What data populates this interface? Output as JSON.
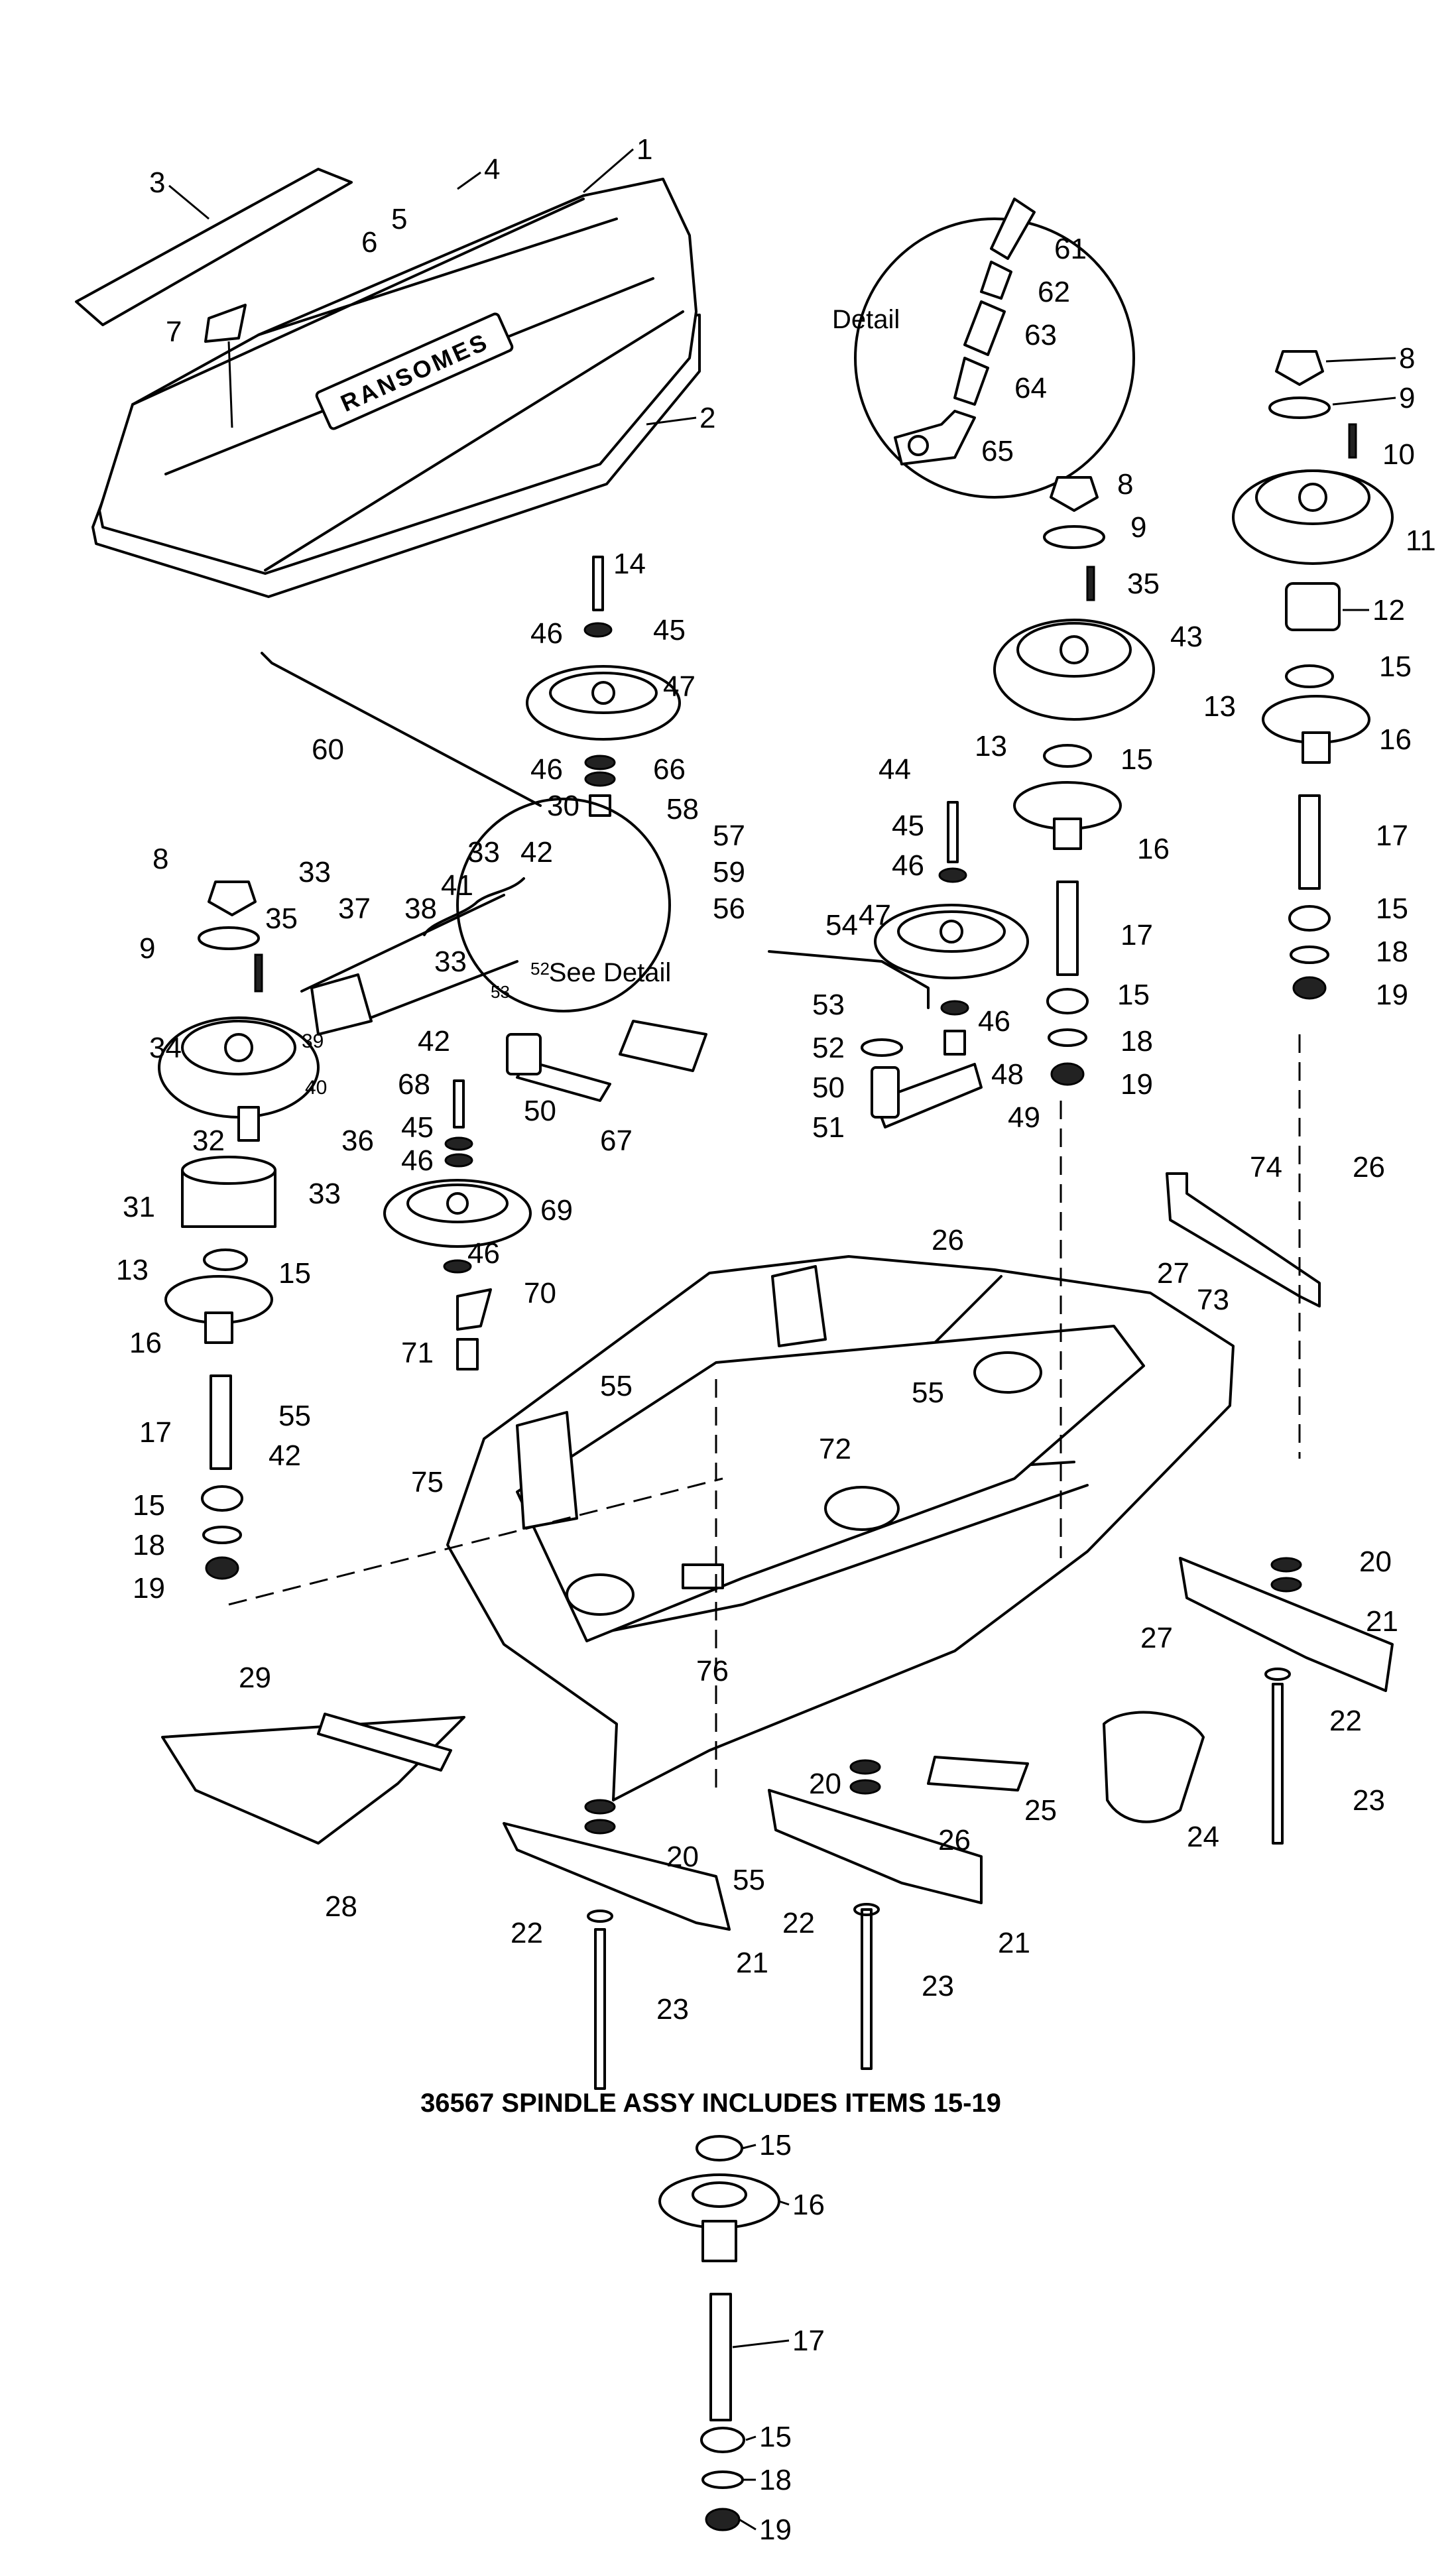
{
  "brand_plate_text": "RANSOMES",
  "detail_title": "Detail",
  "see_detail_note": "See Detail",
  "caption": "36567 SPINDLE ASSY INCLUDES ITEMS 15-19",
  "callouts": {
    "c1": "1",
    "c2": "2",
    "c3": "3",
    "c4": "4",
    "c5": "5",
    "c6": "6",
    "c7": "7",
    "c8a": "8",
    "c8b": "8",
    "c8c": "8",
    "c9a": "9",
    "c9b": "9",
    "c9c": "9",
    "c10": "10",
    "c11": "11",
    "c12": "12",
    "c13a": "13",
    "c13b": "13",
    "c13c": "13",
    "c14": "14",
    "c15a": "15",
    "c15b": "15",
    "c15c": "15",
    "c15d": "15",
    "c15e": "15",
    "c15f": "15",
    "c15g": "15",
    "c15h": "15",
    "c15i": "15",
    "c16a": "16",
    "c16b": "16",
    "c16c": "16",
    "c16d": "16",
    "c17a": "17",
    "c17b": "17",
    "c17c": "17",
    "c17d": "17",
    "c18a": "18",
    "c18b": "18",
    "c18c": "18",
    "c18d": "18",
    "c19a": "19",
    "c19b": "19",
    "c19c": "19",
    "c19d": "19",
    "c20a": "20",
    "c20b": "20",
    "c20c": "20",
    "c21a": "21",
    "c21b": "21",
    "c21c": "21",
    "c22a": "22",
    "c22b": "22",
    "c22c": "22",
    "c23a": "23",
    "c23b": "23",
    "c23c": "23",
    "c24": "24",
    "c25": "25",
    "c26a": "26",
    "c26b": "26",
    "c26c": "26",
    "c27a": "27",
    "c27b": "27",
    "c28": "28",
    "c29": "29",
    "c30": "30",
    "c31": "31",
    "c32": "32",
    "c33a": "33",
    "c33b": "33",
    "c33c": "33",
    "c33d": "33",
    "c34": "34",
    "c35a": "35",
    "c35b": "35",
    "c36": "36",
    "c37": "37",
    "c38": "38",
    "c39": "39",
    "c40": "40",
    "c41": "41",
    "c42a": "42",
    "c42b": "42",
    "c42c": "42",
    "c43": "43",
    "c44": "44",
    "c45a": "45",
    "c45b": "45",
    "c45c": "45",
    "c46a": "46",
    "c46b": "46",
    "c46c": "46",
    "c46d": "46",
    "c46e": "46",
    "c46f": "46",
    "c47a": "47",
    "c47b": "47",
    "c48": "48",
    "c49": "49",
    "c50a": "50",
    "c50b": "50",
    "c51": "51",
    "c52a": "52",
    "c52b": "52",
    "c53a": "53",
    "c53b": "53",
    "c54": "54",
    "c55a": "55",
    "c55b": "55",
    "c55c": "55",
    "c55d": "55",
    "c56": "56",
    "c57": "57",
    "c58": "58",
    "c59": "59",
    "c60": "60",
    "c61": "61",
    "c62": "62",
    "c63": "63",
    "c64": "64",
    "c65": "65",
    "c66": "66",
    "c67": "67",
    "c68": "68",
    "c69": "69",
    "c70": "70",
    "c71": "71",
    "c72": "72",
    "c73": "73",
    "c74": "74",
    "c75": "75",
    "c76": "76"
  }
}
